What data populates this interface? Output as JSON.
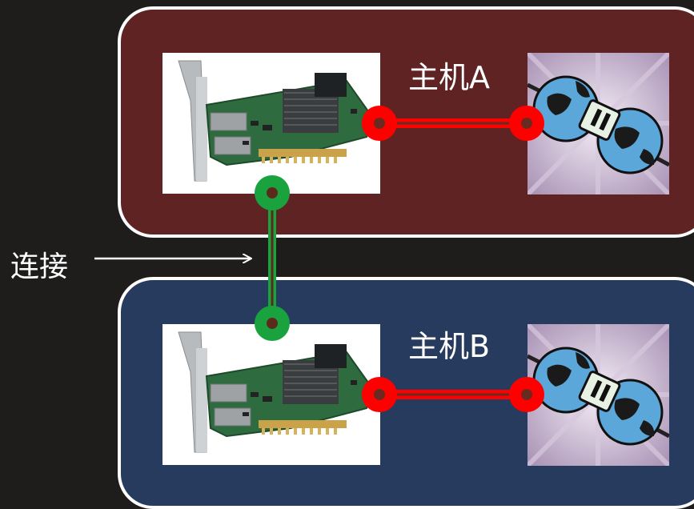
{
  "host_a": {
    "label": "主机A"
  },
  "host_b": {
    "label": "主机B"
  },
  "connection": {
    "label": "连接"
  },
  "colors": {
    "background": "#1f1c1c",
    "host_a_fill": "#5f2324",
    "host_b_fill": "#263b5e",
    "border": "#ffffff",
    "red_link": "#ff0000",
    "green_link": "#19a23d",
    "node_core": "#5b2a1c"
  },
  "icons": {
    "card": "network-card-icon",
    "network": "globe-plug-icon"
  }
}
